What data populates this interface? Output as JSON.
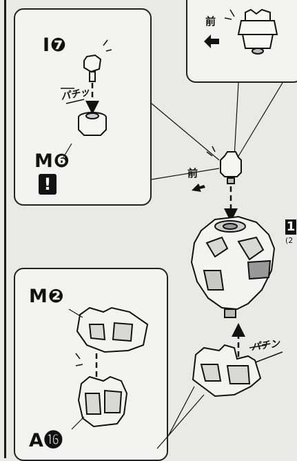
{
  "labels": {
    "front_top": "前",
    "front_mid": "前",
    "part_i7": "I❼",
    "part_m6": "M❻",
    "part_m2": "M❷",
    "part_a16": "A⓰",
    "snap_1": "パチッ",
    "snap_2": "パチン",
    "warning": "!",
    "step_number": "1",
    "step_sub": "(2"
  },
  "colors": {
    "ink": "#1a1a1a",
    "panel": "#f3f3f1",
    "page": "#e9e9e7"
  }
}
